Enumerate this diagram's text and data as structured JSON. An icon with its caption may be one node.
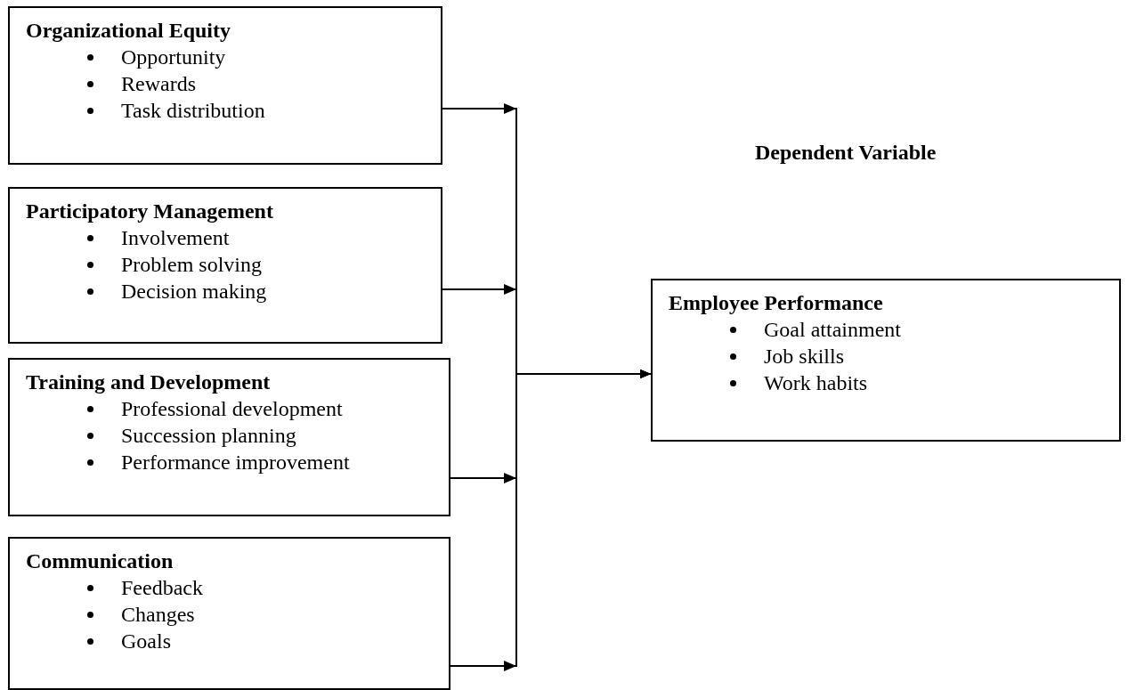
{
  "diagram": {
    "nodes": [
      {
        "text": [
          "Organizational Equity",
          "Opportunity",
          "Rewards",
          "Task distribution"
        ]
      },
      {
        "text": [
          "Participatory Management",
          "Involvement",
          "Problem solving",
          "Decision making"
        ]
      },
      {
        "text": [
          "Training and Development",
          "Professional development",
          "Succession planning",
          "Performance improvement"
        ]
      },
      {
        "text": [
          "Communication",
          "Feedback",
          "Changes",
          "Goals"
        ]
      },
      {
        "text": [
          "Employee Performance",
          "Goal attainment",
          "Job skills",
          "Work habits"
        ]
      }
    ],
    "edges": [
      {
        "from": 0,
        "to": 4,
        "arrow": "to"
      },
      {
        "from": 1,
        "to": 4,
        "arrow": "to"
      },
      {
        "from": 2,
        "to": 4,
        "arrow": "to"
      },
      {
        "from": 3,
        "to": 4,
        "arrow": "to"
      }
    ],
    "labels": [
      "Dependent Variable"
    ]
  }
}
